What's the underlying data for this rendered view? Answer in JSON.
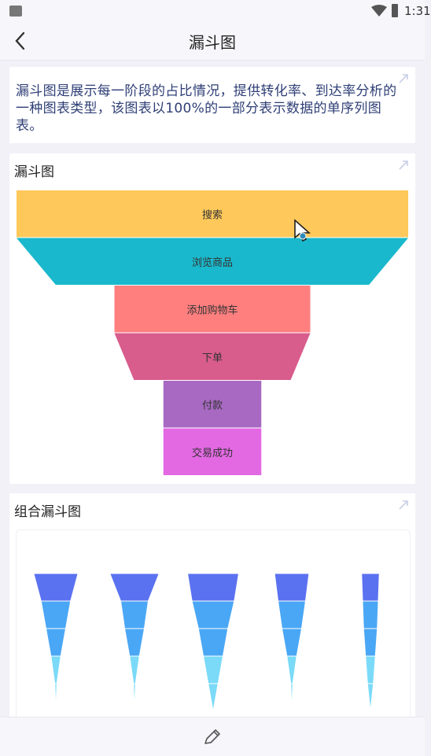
{
  "status_bar": {
    "time": "1:31"
  },
  "nav": {
    "title": "漏斗图"
  },
  "description": {
    "text": "漏斗图是展示每一阶段的占比情况，提供转化率、到达率分析的一种图表类型，该图表以100%的一部分表示数据的单序列图表。"
  },
  "funnel_card": {
    "title": "漏斗图"
  },
  "combo_card": {
    "title": "组合漏斗图"
  },
  "colors": {
    "stages": [
      "#ffc85a",
      "#1ab8cc",
      "#ff7f7f",
      "#d85c8c",
      "#a869c2",
      "#e369e3"
    ],
    "combo_top": "#5a72f0",
    "combo_mid": "#4aa7f5",
    "combo_bottom": "#7adaf8"
  },
  "chart_data": [
    {
      "type": "funnel",
      "categories": [
        "搜索",
        "浏览商品",
        "添加购物车",
        "下单",
        "付款",
        "交易成功"
      ],
      "values": [
        100,
        80,
        50,
        40,
        25,
        25
      ]
    },
    {
      "type": "funnel",
      "series": [
        {
          "values": [
            45,
            30,
            20,
            10,
            2
          ]
        },
        {
          "values": [
            50,
            28,
            20,
            10,
            2
          ]
        },
        {
          "values": [
            52,
            43,
            30,
            20,
            10
          ]
        },
        {
          "values": [
            35,
            28,
            20,
            10,
            2
          ]
        },
        {
          "values": [
            18,
            16,
            14,
            10,
            6
          ]
        }
      ]
    }
  ]
}
